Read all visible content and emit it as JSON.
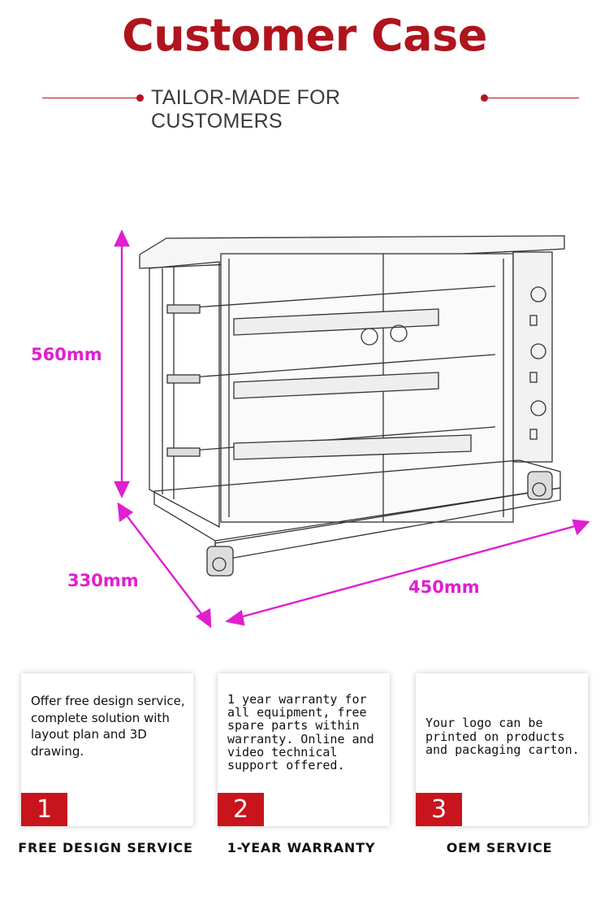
{
  "header": {
    "title": "Customer Case",
    "subtitle": "TAILOR-MADE FOR CUSTOMERS"
  },
  "product": {
    "icon": "rotisserie-oven-sketch",
    "dimensions": {
      "height": "560mm",
      "depth": "330mm",
      "width": "450mm"
    }
  },
  "cards": [
    {
      "text": "Offer free design service,\ncomplete solution with layout plan and 3D drawing.",
      "number": "1",
      "caption": "FREE DESIGN SERVICE"
    },
    {
      "text": "1 year warranty for all equipment, free spare parts within warranty. Online and video technical support offered.",
      "number": "2",
      "caption": "1-YEAR WARRANTY"
    },
    {
      "text": "Your logo can be printed on products and packaging carton.",
      "number": "3",
      "caption": "OEM SERVICE"
    }
  ],
  "colors": {
    "title_red": "#b0141c",
    "badge_red": "#c8141c",
    "dimension_magenta": "#e01fd0"
  }
}
